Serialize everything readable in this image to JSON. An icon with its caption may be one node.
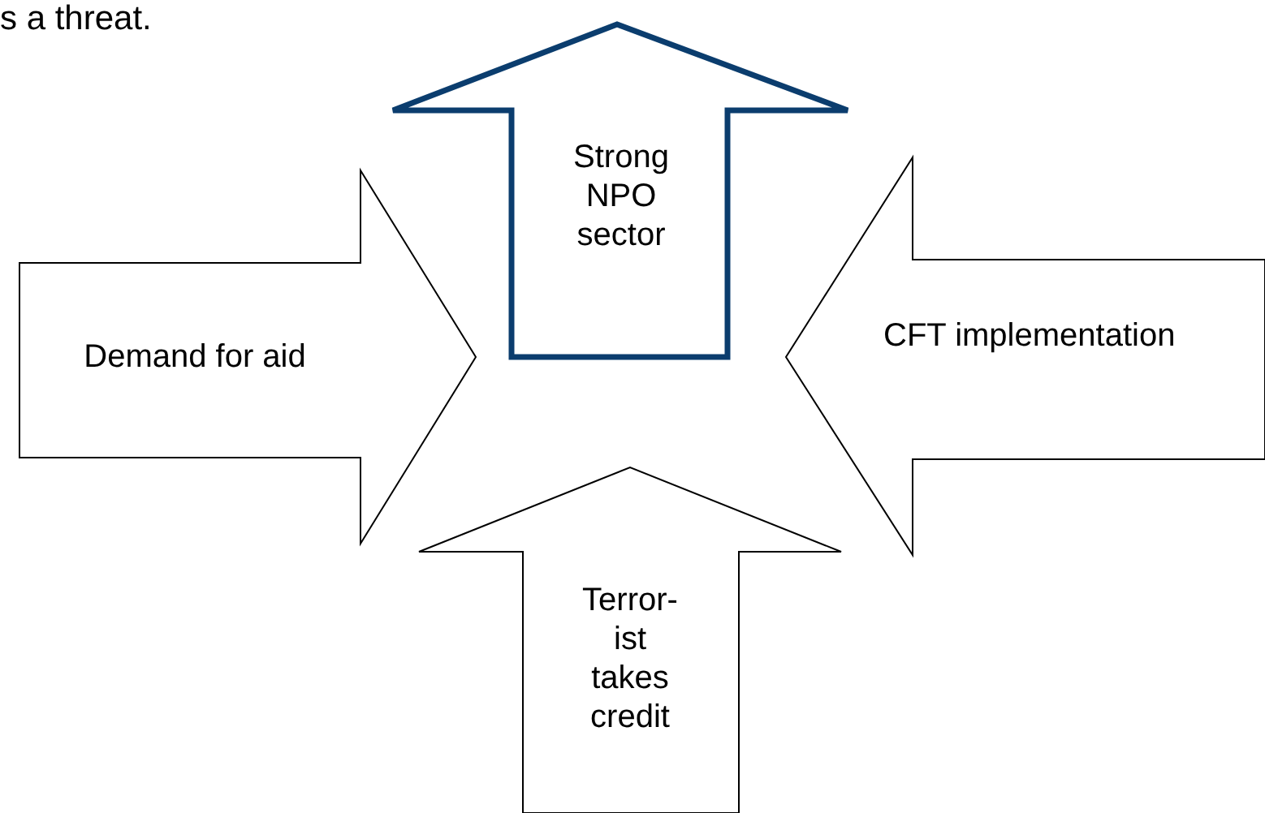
{
  "diagram": {
    "nodes": [
      {
        "text": [
          "Strong NPO sector"
        ]
      },
      {
        "text": [
          "Demand for aid"
        ]
      },
      {
        "text": [
          "CFT implementation"
        ]
      },
      {
        "text": [
          "Terror- ist takes credit"
        ]
      }
    ],
    "labels": [
      "s a threat."
    ]
  }
}
